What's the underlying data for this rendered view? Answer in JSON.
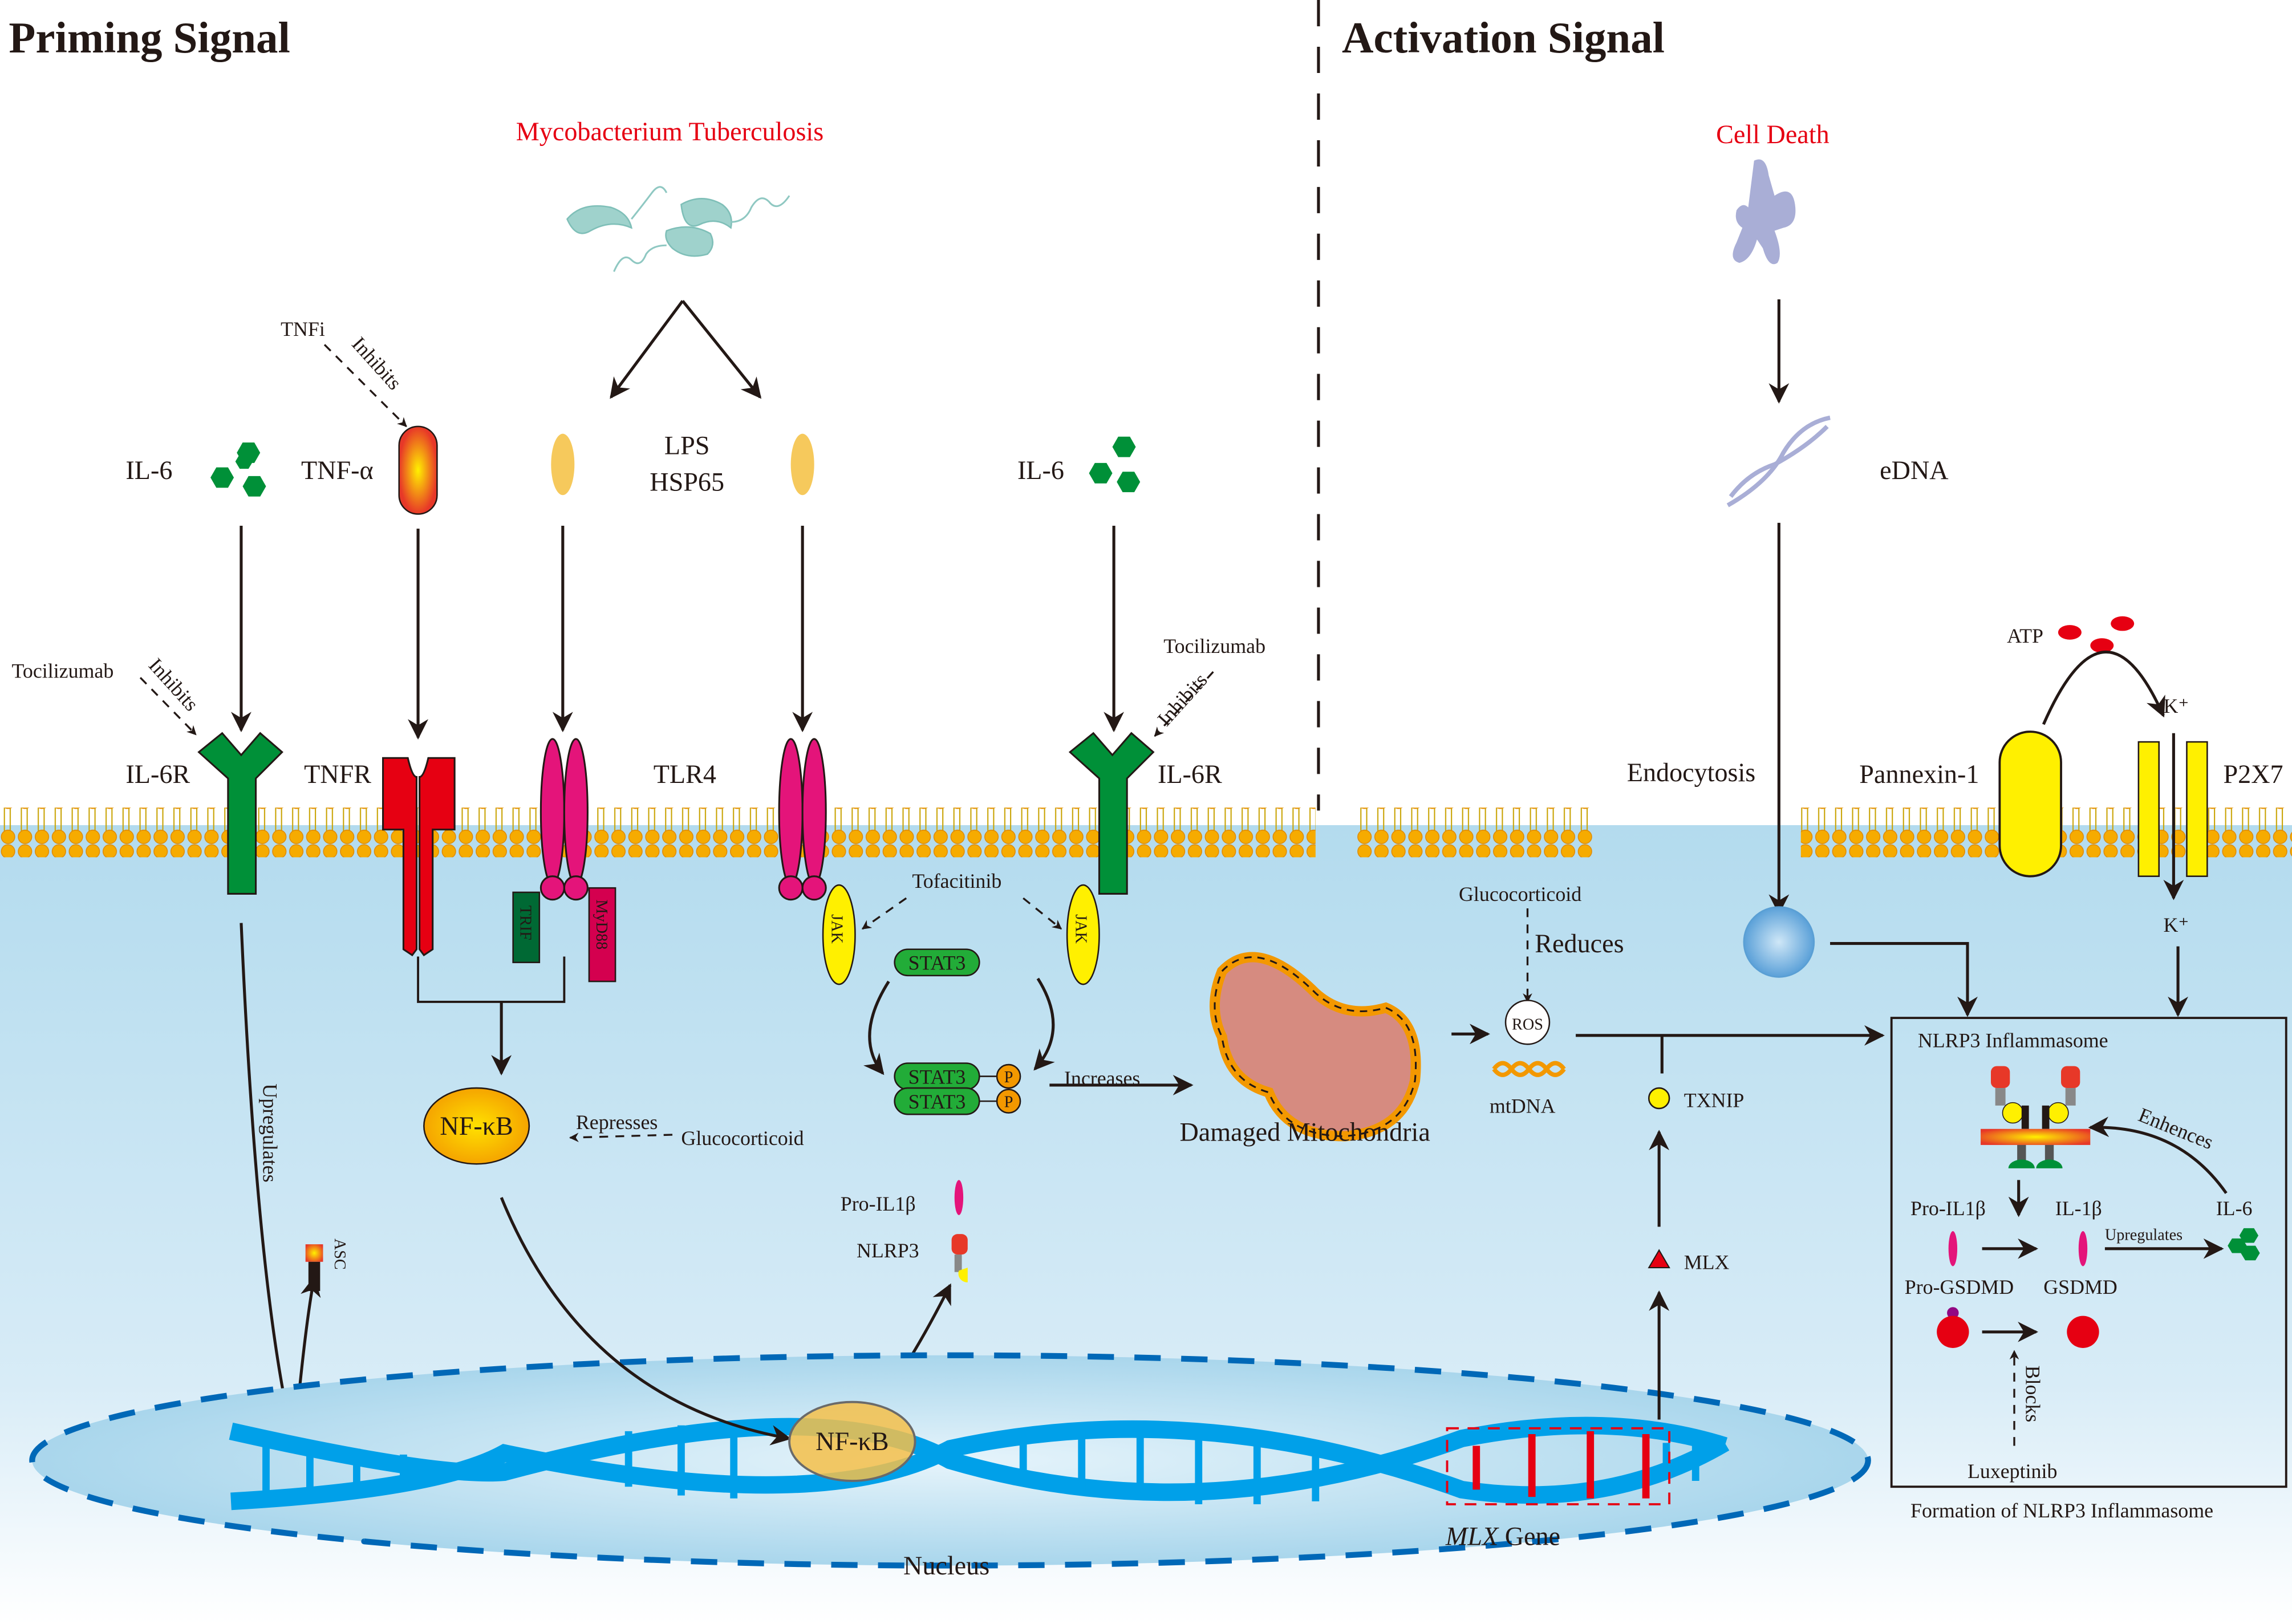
{
  "sections": {
    "priming_title": "Priming Signal",
    "activation_title": "Activation Signal"
  },
  "priming": {
    "pathogen": "Mycobacterium Tuberculosis",
    "ligands": {
      "il6_left": "IL-6",
      "tnf_alpha": "TNF-α",
      "lps": "LPS",
      "hsp65": "HSP65",
      "il6_right": "IL-6"
    },
    "receptors": {
      "il6r_left": "IL-6R",
      "tnfr": "TNFR",
      "tlr4": "TLR4",
      "il6r_right": "IL-6R"
    },
    "adaptors": {
      "trif": "TRIF",
      "myd88": "MyD88",
      "jak": "JAK"
    },
    "drugs": {
      "tnfi": "TNFi",
      "tocilizumab_left": "Tocilizumab",
      "tocilizumab_right": "Tocilizumab",
      "tofacitinib": "Tofacitinib",
      "glucocorticoid_nfkb": "Glucocorticoid"
    },
    "actions": {
      "inhibits": "Inhibits",
      "represses": "Represses",
      "upregulates": "Upregulates",
      "increases": "Increases"
    },
    "stat3": "STAT3",
    "phospho": "P",
    "nfkb": "NF-κB",
    "asc": "ASC",
    "pro_il1b": "Pro-IL1β",
    "nlrp3": "NLRP3",
    "damaged_mito": "Damaged Mitochondria",
    "nucleus": "Nucleus",
    "mlx_gene_italic": "MLX",
    "mlx_gene_suffix": " Gene"
  },
  "activation": {
    "cell_death": "Cell Death",
    "edna": "eDNA",
    "endocytosis": "Endocytosis",
    "pannexin": "Pannexin-1",
    "p2x7": "P2X7",
    "atp": "ATP",
    "k_plus": "K⁺",
    "glucocorticoid": "Glucocorticoid",
    "reduces": "Reduces",
    "ros": "ROS",
    "mtdna": "mtDNA",
    "txnip": "TXNIP",
    "mlx": "MLX",
    "inflammasome_box": {
      "title": "NLRP3 Inflammasome",
      "pro_il1b": "Pro-IL1β",
      "il1b": "IL-1β",
      "il6": "IL-6",
      "pro_gsdmd": "Pro-GSDMD",
      "gsdmd": "GSDMD",
      "upregulates": "Upregulates",
      "enhences": "Enhences",
      "blocks": "Blocks",
      "luxeptinib": "Luxeptinib",
      "caption": "Formation of NLRP3 Inflammasome"
    }
  },
  "colors": {
    "cytoplasm": "#b5dcef",
    "receptor_green": "#009038",
    "tnfr_red": "#e60012",
    "tlr4_magenta": "#e4147a",
    "jak_yellow": "#fff000",
    "stat3_green": "#22ac38",
    "dna_blue": "#00a0e9",
    "pathogen_red": "#e60012"
  }
}
